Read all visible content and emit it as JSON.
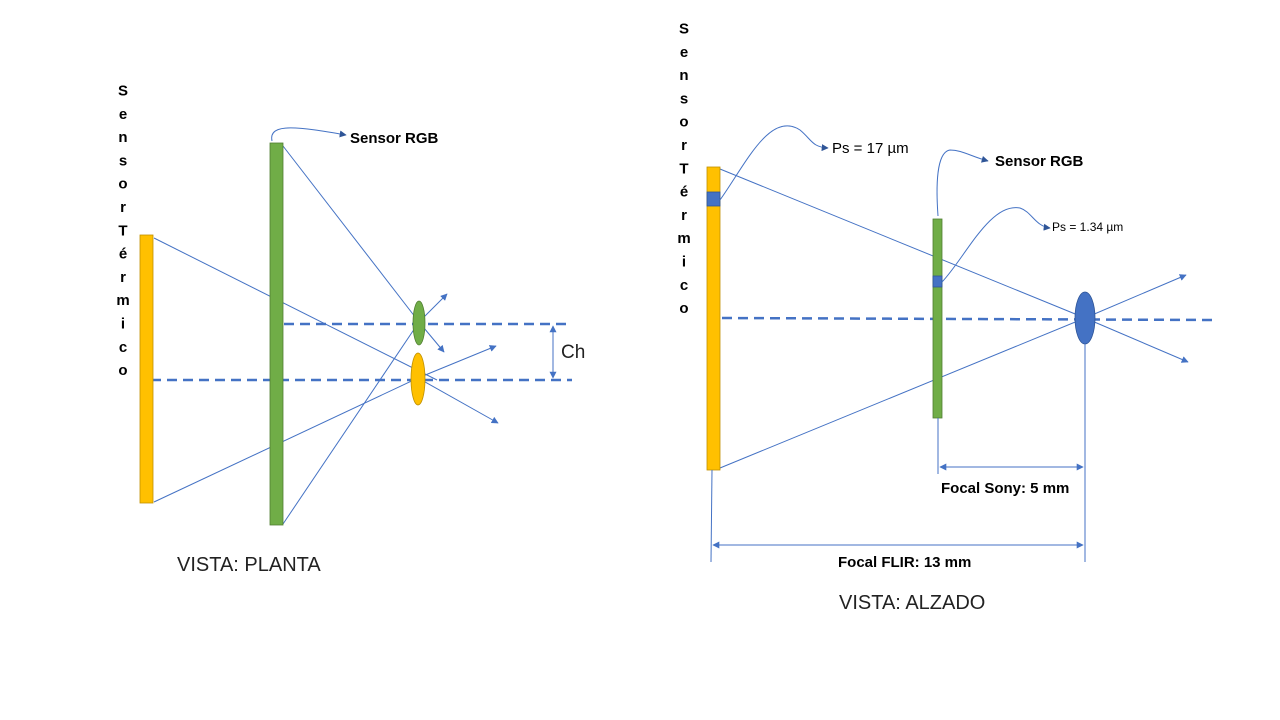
{
  "planta": {
    "view_label": "VISTA: PLANTA",
    "sensor_rgb_label": "Sensor RGB",
    "thermal_sensor_label": "SensorTérmico",
    "offset_label": "Ch"
  },
  "alzado": {
    "view_label": "VISTA: ALZADO",
    "sensor_rgb_label": "Sensor RGB",
    "thermal_sensor_label": "SensorTérmico",
    "ps_thermal_label": "Ps = 17 µm",
    "ps_rgb_label": "Ps = 1.34 µm",
    "focal_sony_label": "Focal Sony: 5 mm",
    "focal_flir_label": "Focal FLIR: 13 mm"
  },
  "colors": {
    "thermal": "#ffc000",
    "rgb": "#70ad47",
    "lens_alzado": "#4472c4",
    "line": "#4472c4",
    "pixel": "#4472c4"
  }
}
